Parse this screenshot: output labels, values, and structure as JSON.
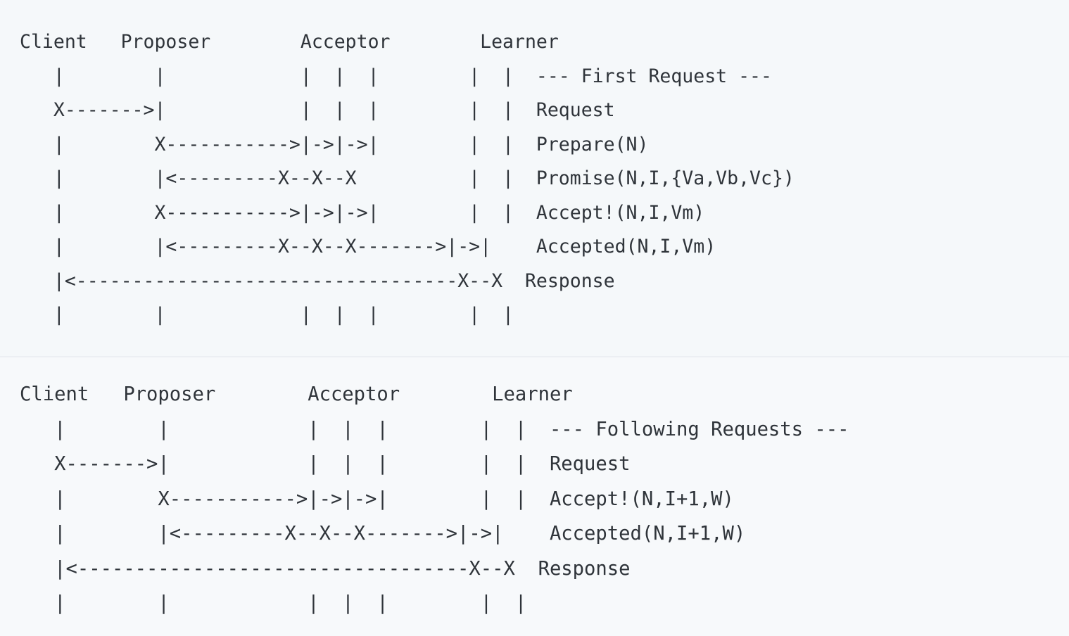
{
  "document": {
    "kind": "ascii-sequence-diagram",
    "subject": "Paxos protocol message flow",
    "background_color": "#f7f9fb",
    "text_color": "#2f343a",
    "divider_color": "#eceff3"
  },
  "panels": [
    {
      "id": "first-request",
      "section_label": "--- First Request ---",
      "columns": [
        "Client",
        "Proposer",
        "Acceptor",
        "Learner"
      ],
      "header_line": "Client   Proposer          Acceptor       Learner",
      "messages": [
        "Request",
        "Prepare(N)",
        "Promise(N,I,{Va,Vb,Vc})",
        "Accept!(N,I,Vm)",
        "Accepted(N,I,Vm)",
        "Response"
      ],
      "ascii": "Client   Proposer          Acceptor       Learner\n   |        |             | |  |        |  |   --- First Request ---\n   X------->|             | |  |        |  |   Request\n   |        X------------>|-|->|->|     |  |   Prepare(N)\n   |        |<------------X--X--X       |  |   Promise(N,I,{Va,Vb,Vc})\n   |        X------------>|-|->|->|     |  |   Accept!(N,I,Vm)\n   |        |<------------X--X--X------>|->|   Accepted(N,I,Vm)\n   |<-------------------------------------X--X   Response\n   |        |             | |  |        |  |",
      "rows": [
        {
          "art": "Client   Proposer          Acceptor       Learner",
          "label": ""
        },
        {
          "art": "   |        |             |  |  |        |  |",
          "label": "--- First Request ---"
        },
        {
          "art": "   X------->|             |  |  |        |  |",
          "label": "Request"
        },
        {
          "art": "   |        X------------>|->|->|        |  |",
          "label": "Prepare(N)"
        },
        {
          "art": "   |        |<-----------X--X--X         |  |",
          "label": "Promise(N,I,{Va,Vb,Vc})"
        },
        {
          "art": "   |        X------------>|->|->|        |  |",
          "label": "Accept!(N,I,Vm)"
        },
        {
          "art": "   |        |<-----------X--X--X-------->|->|",
          "label": "Accepted(N,I,Vm)"
        },
        {
          "art": "   |<--------------------------------------X--X",
          "label": "Response"
        },
        {
          "art": "   |        |             |  |  |        |  |",
          "label": ""
        }
      ]
    },
    {
      "id": "following-requests",
      "section_label": "--- Following Requests ---",
      "columns": [
        "Client",
        "Proposer",
        "Acceptor",
        "Learner"
      ],
      "header_line": "Client   Proposer          Acceptor       Learner",
      "messages": [
        "Request",
        "Accept!(N,I+1,W)",
        "Accepted(N,I+1,W)",
        "Response"
      ],
      "rows": [
        {
          "art": "Client   Proposer          Acceptor       Learner",
          "label": ""
        },
        {
          "art": "   |        |             |  |  |        |  |",
          "label": "--- Following Requests ---"
        },
        {
          "art": "   X------->|             |  |  |        |  |",
          "label": "Request"
        },
        {
          "art": "   |        X------------>|->|->|        |  |",
          "label": "Accept!(N,I+1,W)"
        },
        {
          "art": "   |        |<-----------X--X--X-------->|->|",
          "label": "Accepted(N,I+1,W)"
        },
        {
          "art": "   |<--------------------------------------X--X",
          "label": "Response"
        },
        {
          "art": "   |        |             |  |  |        |  |",
          "label": ""
        }
      ]
    }
  ],
  "ascii_first": "Client   Proposer        Acceptor        Learner\n   |        |            |  |  |        |  |  --- First Request ---\n   X------->|            |  |  |        |  |  Request\n   |        X----------->|->|->|        |  |  Prepare(N)\n   |        |<---------X--X--X          |  |  Promise(N,I,{Va,Vb,Vc})\n   |        X----------->|->|->|        |  |  Accept!(N,I,Vm)\n   |        |<---------X--X--X------->|->|    Accepted(N,I,Vm)\n   |<----------------------------------X--X  Response\n   |        |            |  |  |        |  |",
  "ascii_following": "Client   Proposer        Acceptor        Learner\n   |        |            |  |  |        |  |  --- Following Requests ---\n   X------->|            |  |  |        |  |  Request\n   |        X----------->|->|->|        |  |  Accept!(N,I+1,W)\n   |        |<---------X--X--X------->|->|    Accepted(N,I+1,W)\n   |<----------------------------------X--X  Response\n   |        |            |  |  |        |  |"
}
